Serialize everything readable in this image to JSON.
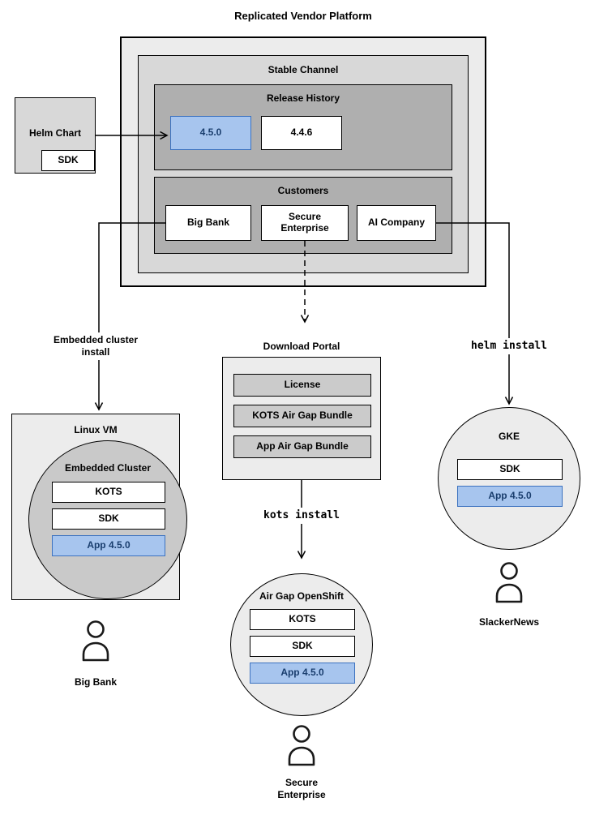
{
  "diagram_title": "Replicated Vendor Platform",
  "stable_channel": {
    "title": "Stable Channel",
    "release_history": {
      "title": "Release History",
      "release_new": "4.5.0",
      "release_old": "4.4.6"
    },
    "customers": {
      "title": "Customers",
      "big_bank": "Big Bank",
      "secure_enterprise": "Secure Enterprise",
      "ai_company": "AI Company"
    }
  },
  "helm_chart": {
    "title": "Helm Chart",
    "sdk": "SDK"
  },
  "embedded_path": {
    "install_label": "Embedded cluster install",
    "vm_title": "Linux VM",
    "cluster_title": "Embedded Cluster",
    "kots": "KOTS",
    "sdk": "SDK",
    "app": "App 4.5.0",
    "user": "Big Bank"
  },
  "airgap_path": {
    "portal_title": "Download Portal",
    "license": "License",
    "kots_bundle": "KOTS Air Gap Bundle",
    "app_bundle": "App Air Gap Bundle",
    "install_label": "kots install",
    "cluster_title": "Air Gap OpenShift",
    "kots": "KOTS",
    "sdk": "SDK",
    "app": "App 4.5.0",
    "user": "Secure Enterprise"
  },
  "helm_path": {
    "install_label": "helm install",
    "cluster_title": "GKE",
    "sdk": "SDK",
    "app": "App 4.5.0",
    "user": "SlackerNews"
  },
  "icons": {
    "person": "person-outline-icon"
  },
  "colors": {
    "highlight_fill": "#a7c5ee",
    "highlight_border": "#3c72c0",
    "highlight_text": "#1a3e6e",
    "container_light": "#ececec",
    "container_mid": "#d8d8d8",
    "container_dark": "#afafaf",
    "circle_gray": "#c9c9c9"
  }
}
